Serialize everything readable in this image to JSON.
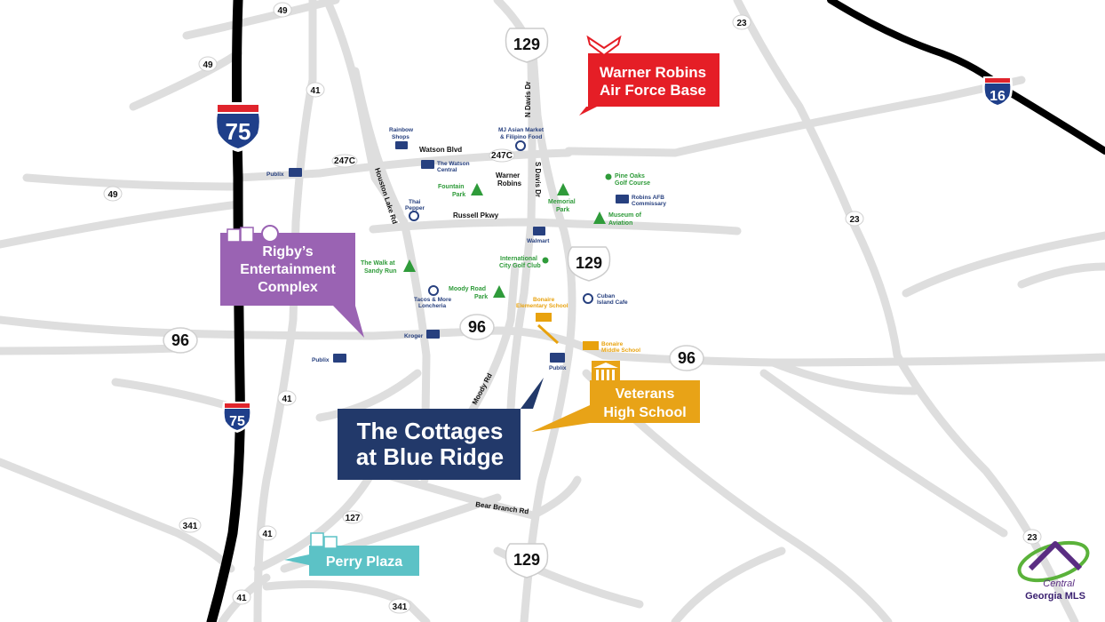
{
  "colors": {
    "interstate_blue": "#1f3f8a",
    "interstate_red": "#e0242c",
    "callout_red": "#e51e26",
    "callout_purple": "#9a63b3",
    "callout_navy": "#22396a",
    "callout_gold": "#e8a317",
    "callout_teal": "#5cc2c6",
    "poi_blue": "#27407f",
    "poi_green": "#2f9b3a",
    "poi_gold": "#e8a20e",
    "road": "#dedede",
    "interstate_road": "#000000"
  },
  "interstate_shields": {
    "i75_north": "75",
    "i75_south": "75",
    "i16": "16"
  },
  "route_shields": {
    "r129_north": "129",
    "r129_mid": "129",
    "r129_south": "129",
    "r96_west": "96",
    "r96_mid": "96",
    "r96_east": "96"
  },
  "small_route_labels": {
    "r49_top": "49",
    "r49_left": "49",
    "r49_west": "49",
    "r41_north": "41",
    "r41_mid": "41",
    "r41_south": "41",
    "r41_bottom": "41",
    "r23_top": "23",
    "r23_mid": "23",
    "r23_bottom": "23",
    "r247c_west": "247C",
    "r247c_mid": "247C",
    "r341_west": "341",
    "r341_bottom": "341",
    "r127": "127"
  },
  "road_names": {
    "watson_blvd": "Watson Blvd",
    "russell_pkwy": "Russell Pkwy",
    "houston_lake_rd": "Houston Lake Rd",
    "n_davis_dr": "N Davis Dr",
    "s_davis_dr": "S Davis Dr",
    "moody_rd": "Moody Rd",
    "bear_branch_rd": "Bear Branch Rd",
    "warner_robins": [
      "Warner",
      "Robins"
    ]
  },
  "points_of_interest": {
    "rainbow_shops": [
      "Rainbow",
      "Shops"
    ],
    "mj_asian_market": [
      "MJ Asian Market",
      "& Filipino Food"
    ],
    "publix_west": "Publix",
    "watson_central": [
      "The Watson",
      "Central"
    ],
    "fountain_park": [
      "Fountain",
      "Park"
    ],
    "memorial_park": [
      "Memorial",
      "Park"
    ],
    "pine_oaks": [
      "Pine Oaks",
      "Golf Course"
    ],
    "robins_commissary": [
      "Robins AFB",
      "Commissary"
    ],
    "museum_aviation": [
      "Museum of",
      "Aviation"
    ],
    "thai_pepper": [
      "Thai",
      "Pepper"
    ],
    "walmart": "Walmart",
    "walk_sandy_run": [
      "The Walk at",
      "Sandy Run"
    ],
    "intl_golf": [
      "International",
      "City Golf Club"
    ],
    "moody_road_park": [
      "Moody Road",
      "Park"
    ],
    "tacos_more": [
      "Tacos & More",
      "Loncheria"
    ],
    "bonaire_elem": [
      "Bonaire",
      "Elementary School"
    ],
    "cuban_island": [
      "Cuban",
      "Island Cafe"
    ],
    "kroger": "Kroger",
    "bonaire_middle": [
      "Bonaire",
      "Middle School"
    ],
    "publix_sw": "Publix",
    "publix_se": "Publix"
  },
  "callouts": {
    "warner_robins_afb": [
      "Warner Robins",
      "Air Force Base"
    ],
    "rigbys": [
      "Rigby’s",
      "Entertainment",
      "Complex"
    ],
    "cottages": [
      "The Cottages",
      "at Blue Ridge"
    ],
    "veterans": [
      "Veterans",
      "High School"
    ],
    "perry_plaza": "Perry Plaza"
  },
  "logo": {
    "script": "Central",
    "text": "Georgia MLS"
  }
}
